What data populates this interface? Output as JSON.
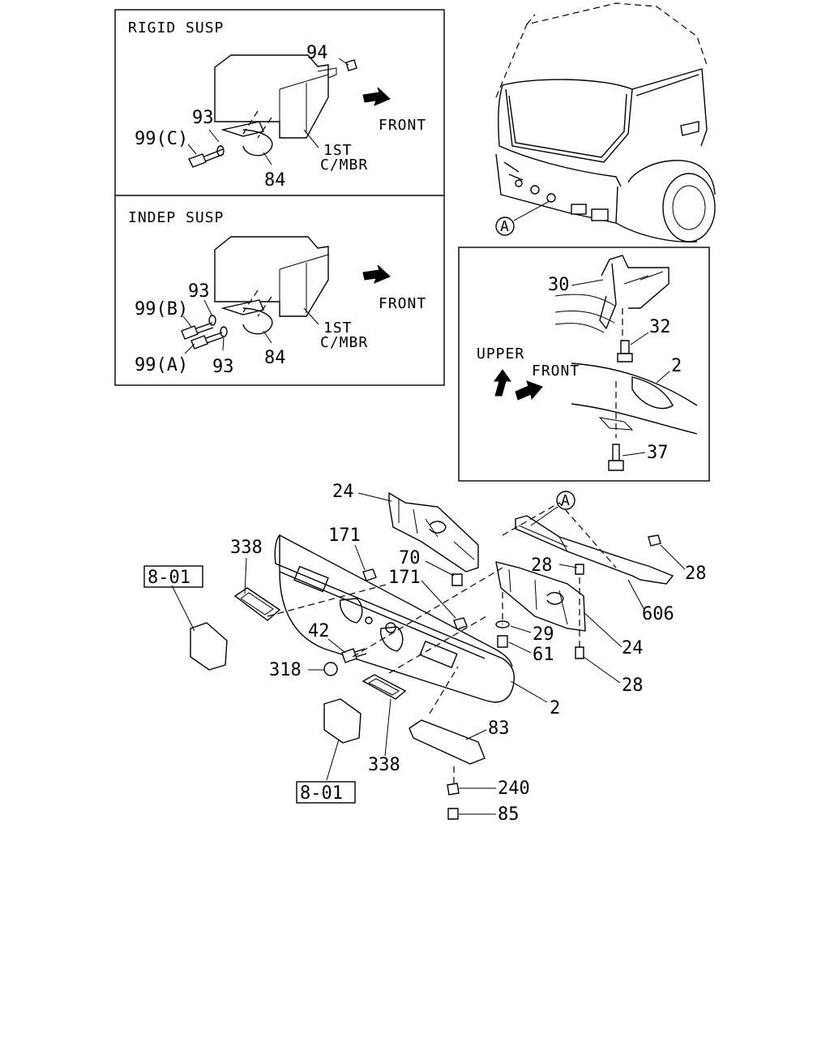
{
  "rigid_panel": {
    "title": "RIGID SUSP",
    "front": "FRONT",
    "crossmember": [
      "1ST",
      "C/MBR"
    ],
    "callouts": [
      "94",
      "93",
      "99(C)",
      "84"
    ]
  },
  "indep_panel": {
    "title": "INDEP SUSP",
    "front": "FRONT",
    "crossmember": [
      "1ST",
      "C/MBR"
    ],
    "callouts": [
      "93",
      "99(B)",
      "99(A)",
      "93",
      "84"
    ]
  },
  "truck_view": {
    "marker": "A"
  },
  "detail_panel": {
    "upper": "UPPER",
    "front": "FRONT",
    "callouts": [
      "30",
      "32",
      "2",
      "37"
    ]
  },
  "main_exploded": {
    "marker": "A",
    "references": [
      "8-01",
      "8-01"
    ],
    "callouts": [
      "24",
      "171",
      "338",
      "70",
      "171",
      "28",
      "28",
      "606",
      "42",
      "29",
      "61",
      "24",
      "318",
      "28",
      "2",
      "83",
      "338",
      "240",
      "85"
    ]
  }
}
